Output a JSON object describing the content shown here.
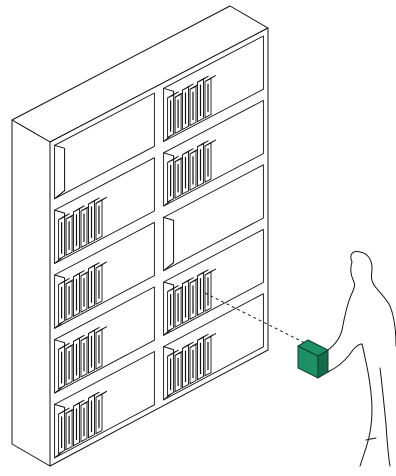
{
  "illustration": {
    "subject": "bookshelf-retrieval",
    "colors": {
      "highlight": "#1f8f65",
      "highlight_dark": "#156c4a",
      "line": "#111111",
      "background": "#ffffff"
    },
    "bookshelf": {
      "columns": 2,
      "rows": 5,
      "missing_slot": {
        "column": 2,
        "row": 3
      }
    },
    "held_book_color": "#1f8f65"
  }
}
